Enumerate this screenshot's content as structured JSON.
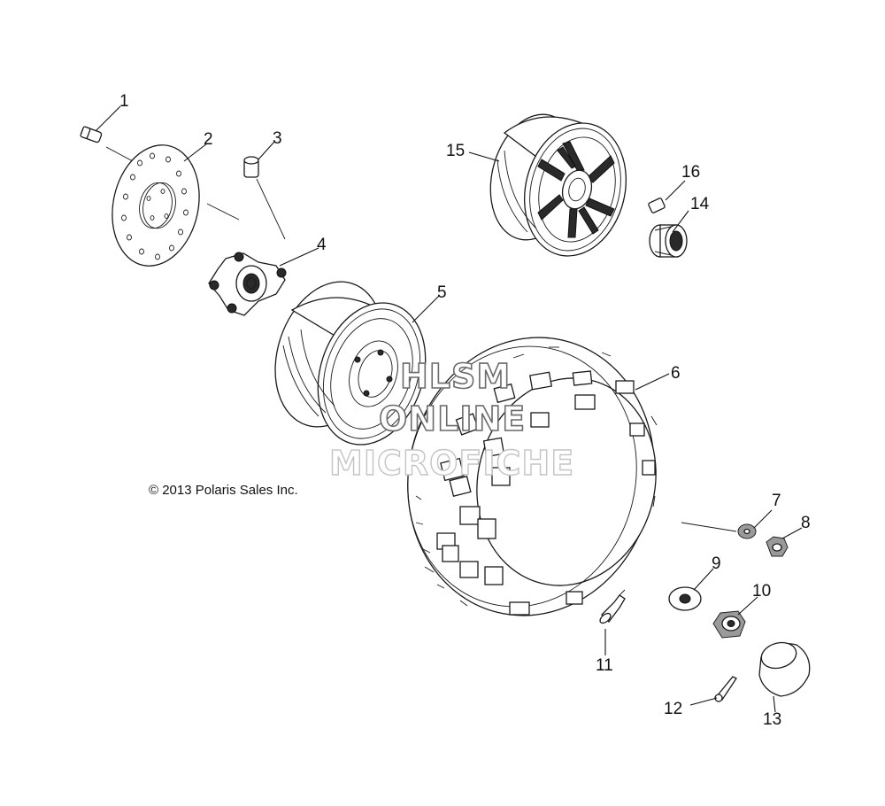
{
  "copyright": "© 2013 Polaris Sales Inc.",
  "watermark": {
    "line1": "HLSM",
    "line2": "ONLINE",
    "line3": "MICROFICHE"
  },
  "callouts": {
    "c1": "1",
    "c2": "2",
    "c3": "3",
    "c4": "4",
    "c5": "5",
    "c6": "6",
    "c7": "7",
    "c8": "8",
    "c9": "9",
    "c10": "10",
    "c11": "11",
    "c12": "12",
    "c13": "13",
    "c14": "14",
    "c15": "15",
    "c16": "16"
  }
}
